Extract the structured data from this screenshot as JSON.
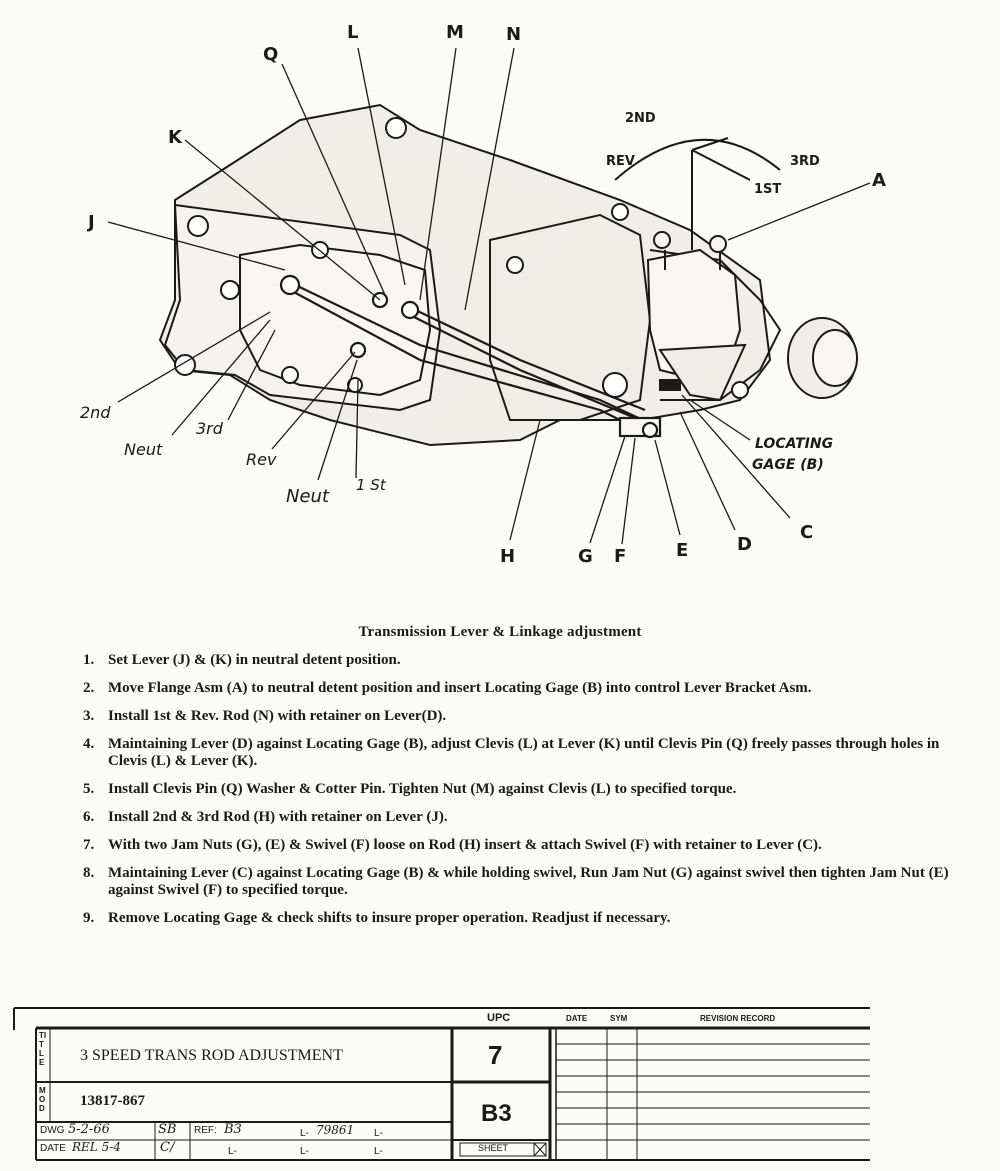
{
  "diagram": {
    "callouts": {
      "Q": "Q",
      "L": "L",
      "M": "M",
      "N": "N",
      "K": "K",
      "J": "J",
      "A": "A",
      "H": "H",
      "G": "G",
      "F": "F",
      "E": "E",
      "D": "D",
      "C": "C"
    },
    "shift_pattern": {
      "second": "2ND",
      "third": "3RD",
      "rev": "REV",
      "first": "1ST"
    },
    "lever_positions": {
      "second": "2nd",
      "neut1": "Neut",
      "third": "3rd",
      "rev": "Rev",
      "neut2": "Neut",
      "first": "1 St"
    },
    "gage_label": [
      "LOCATING",
      "GAGE (B)"
    ]
  },
  "caption": "Transmission Lever & Linkage adjustment",
  "steps": [
    {
      "num": "1.",
      "text": "Set Lever (J) & (K) in neutral detent position."
    },
    {
      "num": "2.",
      "text": "Move Flange Asm (A) to neutral detent position and insert Locating Gage (B) into control Lever Bracket Asm."
    },
    {
      "num": "3.",
      "text": "Install 1st & Rev. Rod (N) with retainer on Lever(D)."
    },
    {
      "num": "4.",
      "text": "Maintaining Lever (D) against Locating Gage (B), adjust Clevis (L) at Lever (K) until Clevis Pin (Q) freely passes through holes in Clevis (L) & Lever (K)."
    },
    {
      "num": "5.",
      "text": "Install Clevis Pin (Q) Washer & Cotter Pin.  Tighten Nut (M) against Clevis (L) to specified torque."
    },
    {
      "num": "6.",
      "text": "Install 2nd & 3rd Rod (H) with retainer on Lever (J)."
    },
    {
      "num": "7.",
      "text": "With two Jam Nuts (G), (E) & Swivel (F) loose on Rod (H) insert  & attach Swivel (F) with retainer to Lever (C)."
    },
    {
      "num": "8.",
      "text": "Maintaining Lever (C) against Locating Gage (B) & while holding swivel, Run Jam Nut (G) against swivel then tighten Jam Nut (E) against Swivel (F) to specified torque."
    },
    {
      "num": "9.",
      "text": "Remove Locating Gage & check shifts to insure proper operation.  Readjust if necessary."
    }
  ],
  "title_block": {
    "title_label": "TITLE",
    "title": "3 SPEED TRANS ROD ADJUSTMENT",
    "mod_label": "MOD",
    "mod": "13817-867",
    "upc_label": "UPC",
    "upc": "7",
    "code": "B3",
    "sheet_label": "SHEET",
    "date_label": "DATE",
    "sym_label": "SYM",
    "revision_label": "REVISION RECORD",
    "dwg_label": "DWG",
    "dwg_date": "5-2-66",
    "dwg_by": "SB",
    "date_row_label": "DATE",
    "date_value": "REL 5-4",
    "date_by": "C/",
    "ref_label": "REF:",
    "ref_value": "B3",
    "l1_label": "L-",
    "l1_value": "79861",
    "l2_label": "L-",
    "l3_label": "L-",
    "l4_label": "L-",
    "l5_label": "L-"
  }
}
